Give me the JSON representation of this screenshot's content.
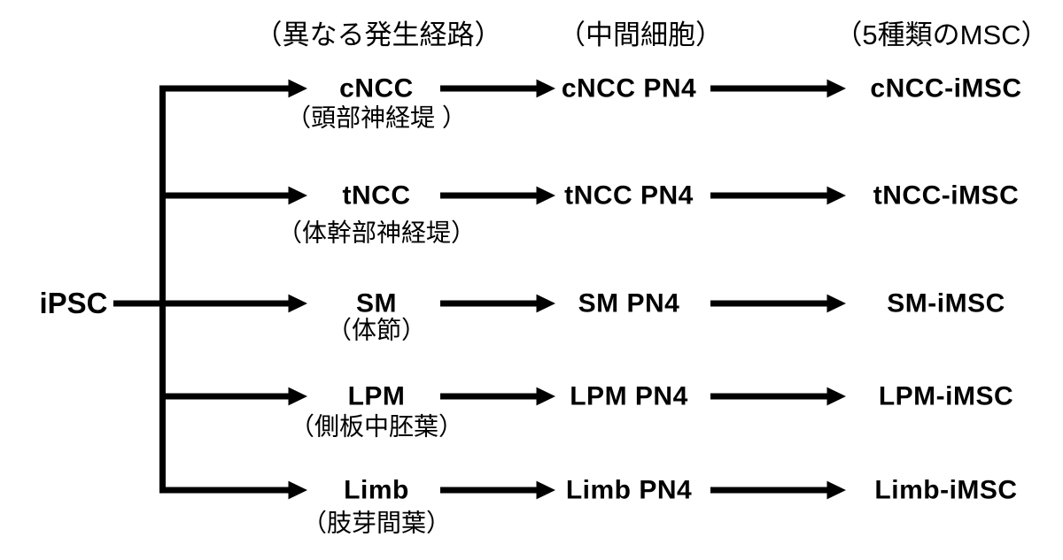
{
  "diagram": {
    "title_semantic": "iPSC differentiation pathway diagram",
    "headers": [
      {
        "label": "（異なる発生経路）"
      },
      {
        "label": "（中間細胞）"
      },
      {
        "label": "（5種類のMSC）"
      }
    ],
    "root": {
      "label": "iPSC"
    },
    "rows": [
      {
        "stage1": "cNCC",
        "stage1_note": "（頭部神経堤 ）",
        "stage2": "cNCC PN4",
        "stage3": "cNCC-iMSC"
      },
      {
        "stage1": "tNCC",
        "stage1_note": "（体幹部神経堤）",
        "stage2": "tNCC PN4",
        "stage3": "tNCC-iMSC"
      },
      {
        "stage1": "SM",
        "stage1_note": "（体節）",
        "stage2": "SM PN4",
        "stage3": "SM-iMSC"
      },
      {
        "stage1": "LPM",
        "stage1_note": "（側板中胚葉）",
        "stage2": "LPM PN4",
        "stage3": "LPM-iMSC"
      },
      {
        "stage1": "Limb",
        "stage1_note": "（肢芽間葉）",
        "stage2": "Limb PN4",
        "stage3": "Limb-iMSC"
      }
    ],
    "colors": {
      "line": "#000000",
      "text": "#000000",
      "background": "#ffffff"
    }
  }
}
